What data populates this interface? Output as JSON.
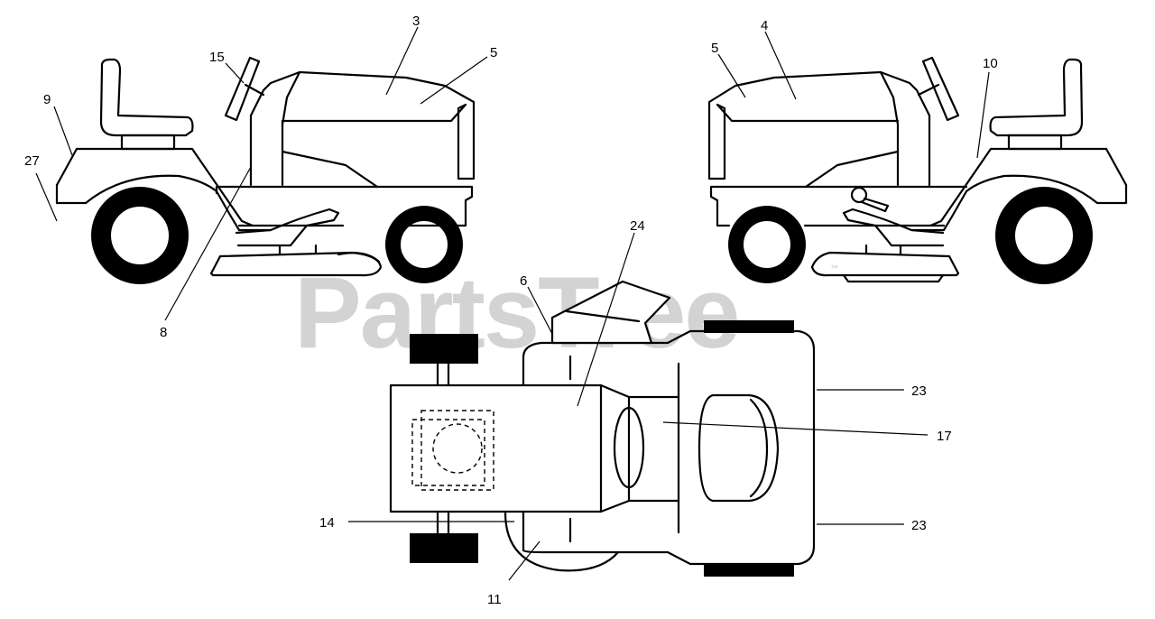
{
  "watermark": {
    "brand": "PartsTree",
    "trademark": "™"
  },
  "callouts": {
    "c3": "3",
    "c5_left": "5",
    "c15": "15",
    "c9": "9",
    "c27": "27",
    "c8": "8",
    "c4": "4",
    "c5_right": "5",
    "c10": "10",
    "c24": "24",
    "c6": "6",
    "c23_top": "23",
    "c17": "17",
    "c23_bottom": "23",
    "c14": "14",
    "c11": "11"
  },
  "colors": {
    "line": "#000000",
    "watermark": "#d3d3d3",
    "background": "#ffffff"
  },
  "icons": {
    "left_view": "tractor-side-left",
    "right_view": "tractor-side-right",
    "top_view": "tractor-top"
  }
}
